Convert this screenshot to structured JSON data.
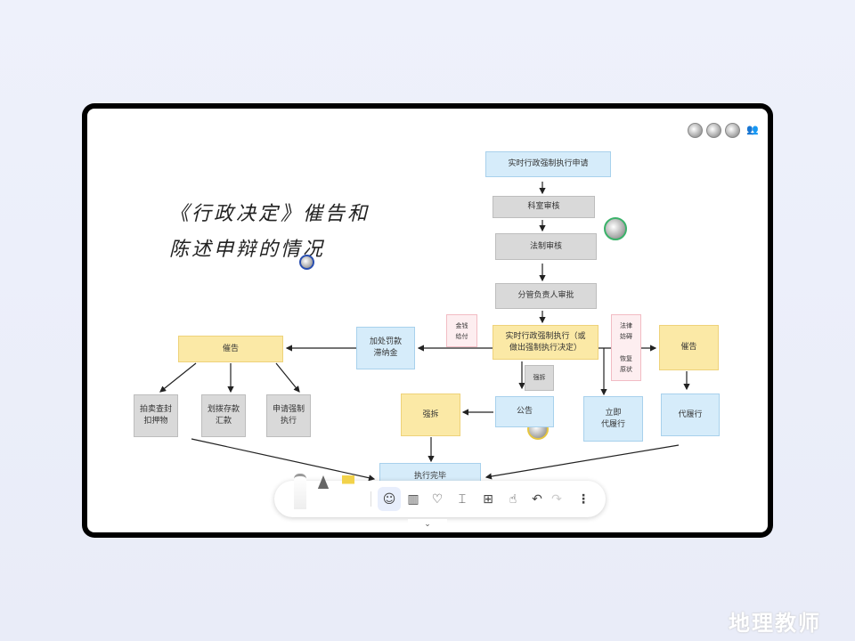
{
  "handwriting": {
    "line1": "《行政决定》催告和",
    "line2": "陈述申辩的情况"
  },
  "flow": {
    "apply": "实时行政强制执行申请",
    "dept_review": "科室审核",
    "legal_review": "法制审核",
    "leader_approve": "分管负责人审批",
    "enforce": "实时行政强制执行（或\n做出强制执行决定）",
    "money_label": "金钱\n给付",
    "law_label": "法律\n妨碍",
    "restore_label": "恢复\n原状",
    "urge_right": "催告",
    "surcharge": "加处罚款\n滞纳金",
    "urge_left": "催告",
    "auction": "拍卖查封\n扣押物",
    "transfer": "划拨存款\n汇款",
    "apply_court": "申请强制\n执行",
    "demolish_label": "强拆",
    "announce": "公告",
    "demolish": "强拆",
    "immediate": "立即\n代履行",
    "substitute": "代履行",
    "done": "执行完毕"
  },
  "toolbar": {
    "tools": [
      "pen-icon",
      "pencil-icon",
      "marker-icon",
      "palette-icon",
      "eraser-icon",
      "lasso-icon",
      "frame-icon",
      "add-icon",
      "hand-icon",
      "undo-icon",
      "redo-icon",
      "more-icon"
    ],
    "chevron": "⌄"
  },
  "watermark": "地理教师"
}
